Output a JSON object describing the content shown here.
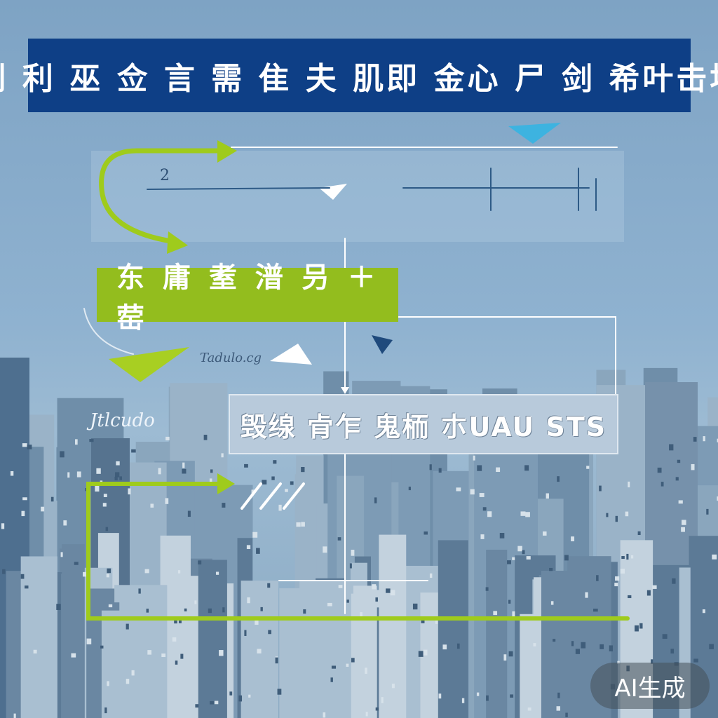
{
  "title": "创 利 巫 佥 言 需 隹 夫 肌即 金心 尸 剑 希叶击地",
  "green_box_label": "东 庸 耊 潽 叧 ＋ 䓨",
  "gray_box_label": "毁缐 肻乍 鬼栭 朩UAU STS",
  "panel_number": "2",
  "script_label_left": "Jtlcudo",
  "script_label_mid": "Tadulo.cg",
  "badge": "AI生成",
  "colors": {
    "title_bg": "#0e3f86",
    "accent_green": "#93bd1e",
    "connector_white": "#ffffff",
    "background_blue": "#8fb2d0"
  }
}
